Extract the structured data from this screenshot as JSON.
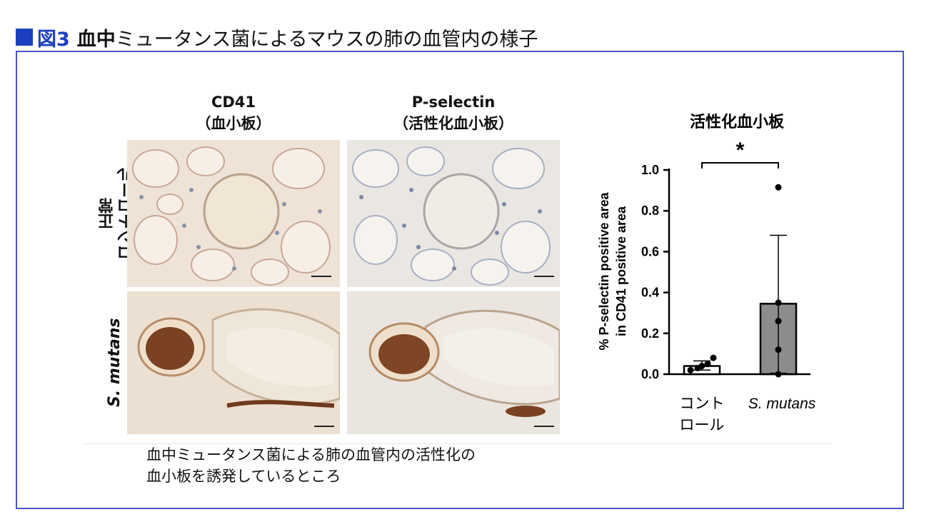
{
  "header": {
    "square": "■",
    "fig_num": "図3",
    "title_bold": "血中",
    "title_rest": "ミュータンス菌によるマウスの肺の血管内の様子"
  },
  "micrographs": {
    "col1_title": "CD41",
    "col1_sub": "（血小板）",
    "col2_title": "P-selectin",
    "col2_sub": "（活性化血小板）",
    "row1_label": "正常\nコントロール",
    "row2_label": "S. mutans"
  },
  "caption": {
    "line1": "血中ミュータンス菌による肺の血管内の活性化の",
    "line2": "血小板を誘発しているところ"
  },
  "chart_data": {
    "type": "bar",
    "title": "活性化血小板",
    "ylabel": "% P-selectin positive area\nin CD41 positive area",
    "ylim": [
      0,
      1.0
    ],
    "yticks": [
      "0.0",
      "0.2",
      "0.4",
      "0.6",
      "0.8",
      "1.0"
    ],
    "categories": [
      "コントロール",
      "S. mutans"
    ],
    "category_lines": [
      [
        "コント",
        "ロール"
      ],
      [
        "S. mutans"
      ]
    ],
    "values": [
      0.04,
      0.345
    ],
    "error": [
      [
        0.02,
        0.065
      ],
      [
        0.005,
        0.68
      ]
    ],
    "points": [
      [
        0.02,
        0.03,
        0.04,
        0.05,
        0.08
      ],
      [
        0.0,
        0.12,
        0.26,
        0.35,
        0.915
      ]
    ],
    "significance": "*",
    "colors": {
      "control_fill": "#ffffff",
      "mutans_fill": "#8c8c8c"
    }
  }
}
